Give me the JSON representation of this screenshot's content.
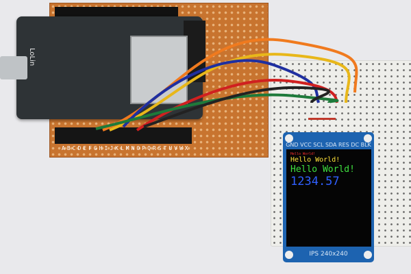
{
  "scene": {
    "board_brand": "LoLin",
    "perfboard_letters": "ABCDEFGHIJKLMNOPQRSTUVWX",
    "display": {
      "pin_labels": "GND VCC SCL SDA RES DC BLK",
      "lines": [
        "Hello World!",
        "Hello World!",
        "Hello World!",
        "1234.57"
      ],
      "model_label": "IPS 240x240",
      "colors": {
        "red": "#ff3030",
        "yellow": "#ffe23a",
        "green": "#3fe03f",
        "blue": "#3060ff",
        "pcb": "#1d63b0"
      }
    },
    "wire_colors": [
      "#f07a1e",
      "#e8b71a",
      "#1f2fa0",
      "#d02020",
      "#1e7a3a",
      "#222222"
    ]
  }
}
